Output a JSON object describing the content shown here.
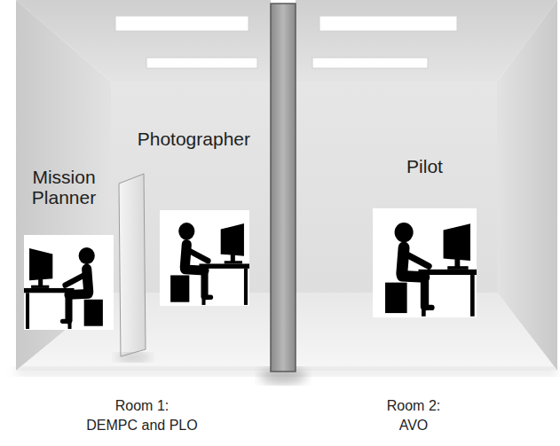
{
  "diagram": {
    "nodes": [
      {
        "text": [
          "Room 1: DEMPC and PLO"
        ]
      },
      {
        "text": [
          "Mission Planner"
        ],
        "in": 0
      },
      {
        "text": [
          "Photographer"
        ],
        "in": 0
      },
      {
        "text": [
          "Room 2: AVO"
        ]
      },
      {
        "text": [
          "Pilot"
        ],
        "in": 3
      }
    ]
  }
}
